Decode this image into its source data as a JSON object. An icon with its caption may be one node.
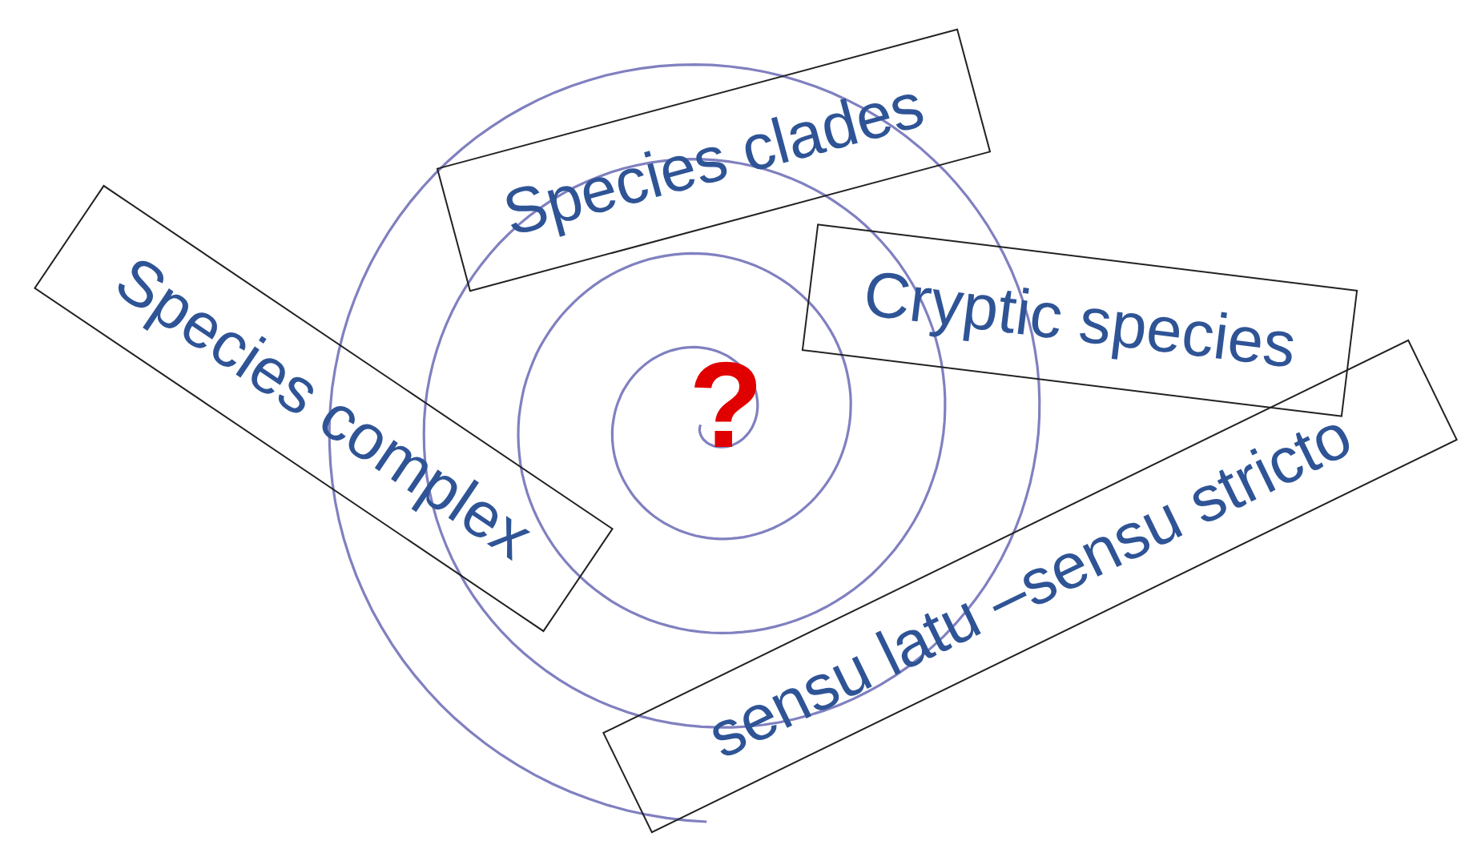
{
  "diagram": {
    "nodes": [
      {
        "text": [
          "Species complex"
        ]
      },
      {
        "text": [
          "Species clades"
        ]
      },
      {
        "text": [
          "Cryptic species"
        ]
      },
      {
        "text": [
          "sensu latu –sensu stricto"
        ]
      }
    ],
    "edges": [],
    "labels": [
      "?"
    ]
  }
}
